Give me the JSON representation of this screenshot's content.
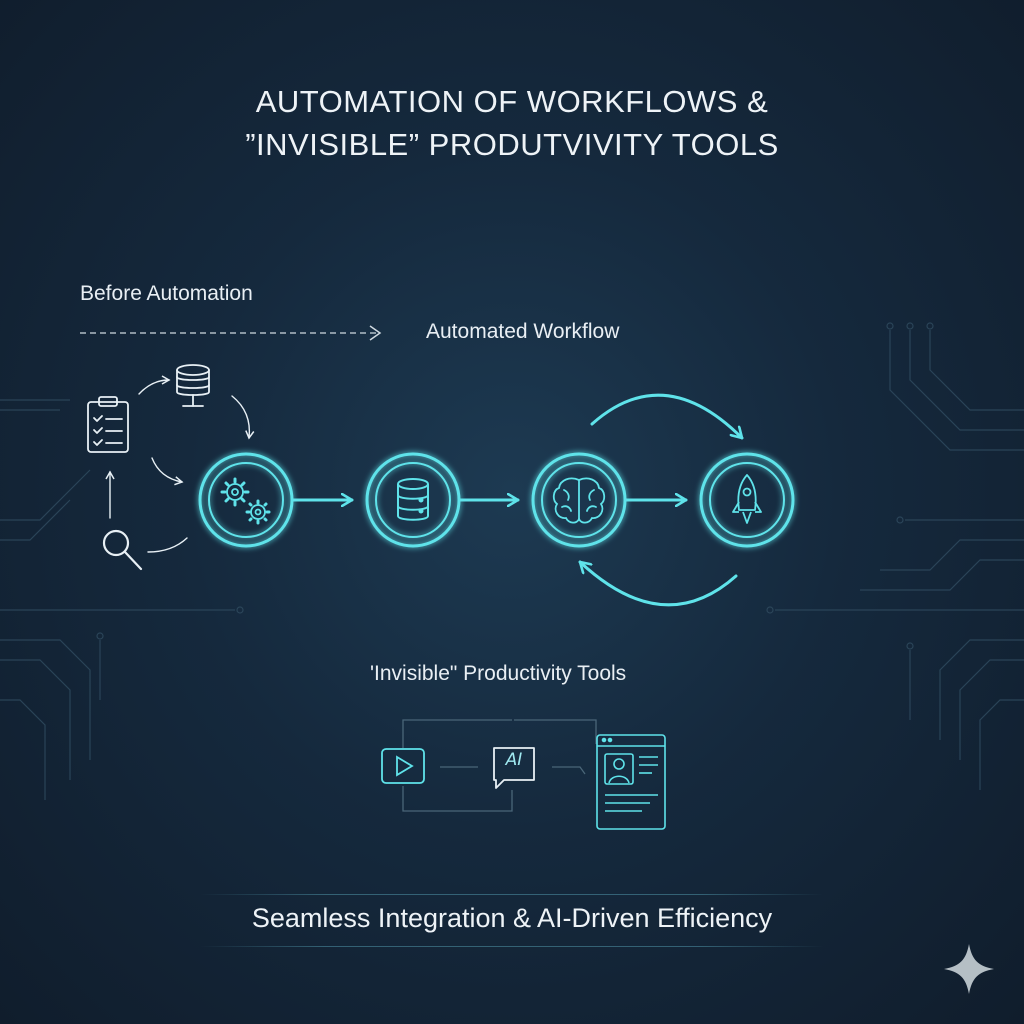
{
  "title": {
    "line1": "AUTOMATION OF WORKFLOWS &",
    "line2": "”INVISIBLE” PRODUTVIVITY TOOLS"
  },
  "before_label": "Before Automation",
  "automated_label": "Automated Workflow",
  "tools_label": "'Invisible\" Productivity Tools",
  "ai_badge": "AI",
  "footer": "Seamless Integration & AI-Driven Efficiency",
  "colors": {
    "accent": "#5fe3ea",
    "white_icon": "#e8f0f5",
    "background": "#15293d"
  },
  "icons": {
    "before": [
      "clipboard-checklist-icon",
      "database-icon",
      "magnifier-icon"
    ],
    "workflow": [
      "gears-icon",
      "database-icon",
      "brain-icon",
      "rocket-icon"
    ],
    "tools": [
      "video-play-icon",
      "ai-chat-icon",
      "profile-document-icon"
    ]
  }
}
